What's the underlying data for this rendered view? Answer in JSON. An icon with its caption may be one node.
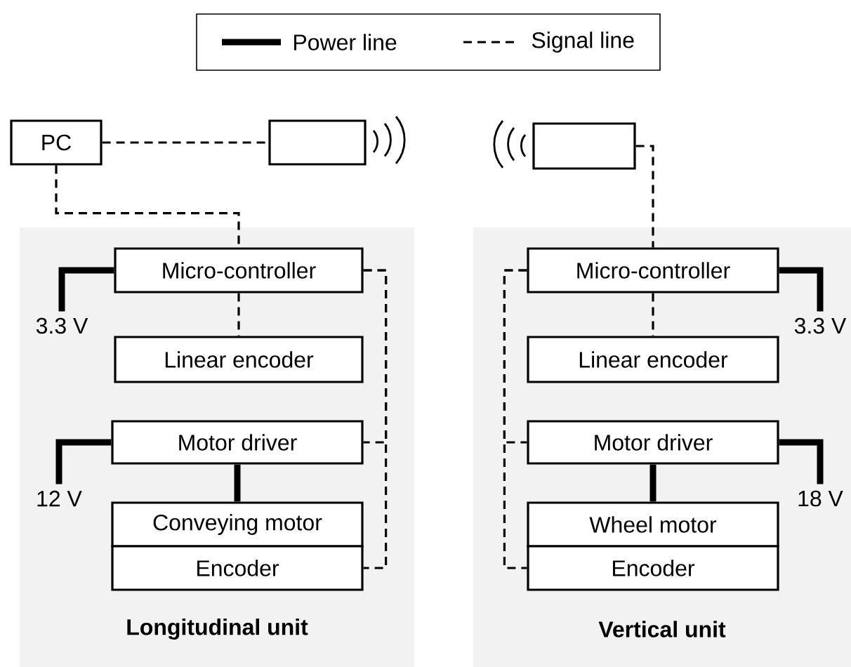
{
  "diagram": {
    "nodes": [
      {
        "text": [
          "Longitudinal unit"
        ]
      },
      {
        "text": [
          "Vertical unit"
        ]
      },
      {
        "text": [
          "PC"
        ]
      },
      {
        "text": [],
        "shape": "box"
      },
      {
        "text": [],
        "shape": "box"
      },
      {
        "text": [
          "Micro-controller"
        ],
        "in": 0
      },
      {
        "text": [
          "Linear encoder"
        ],
        "in": 0
      },
      {
        "text": [
          "Motor driver"
        ],
        "in": 0
      },
      {
        "text": [
          "Conveying motor"
        ],
        "in": 0
      },
      {
        "text": [
          "Encoder"
        ],
        "in": 0
      },
      {
        "text": [
          "Micro-controller"
        ],
        "in": 1
      },
      {
        "text": [
          "Linear encoder"
        ],
        "in": 1
      },
      {
        "text": [
          "Motor driver"
        ],
        "in": 1
      },
      {
        "text": [
          "Wheel motor"
        ],
        "in": 1
      },
      {
        "text": [
          "Encoder"
        ],
        "in": 1
      },
      {
        "text": [
          "3.3 V"
        ],
        "in": 0
      },
      {
        "text": [
          "12 V"
        ],
        "in": 0
      },
      {
        "text": [
          "3.3 V"
        ],
        "in": 1
      },
      {
        "text": [
          "18 V"
        ],
        "in": 1
      }
    ],
    "edges": [
      {
        "from": 2,
        "to": 3,
        "arrow": "none",
        "style": "dashed"
      },
      {
        "from": 2,
        "to": 5,
        "arrow": "none",
        "style": "dashed"
      },
      {
        "from": 5,
        "to": 6,
        "arrow": "none",
        "style": "dashed"
      },
      {
        "from": 5,
        "to": 7,
        "arrow": "none",
        "style": "dashed"
      },
      {
        "from": 5,
        "to": 9,
        "arrow": "none",
        "style": "dashed"
      },
      {
        "from": 7,
        "to": 8,
        "arrow": "none",
        "style": "thick"
      },
      {
        "from": 15,
        "to": 5,
        "arrow": "none",
        "style": "thick"
      },
      {
        "from": 16,
        "to": 7,
        "arrow": "none",
        "style": "thick"
      },
      {
        "from": 4,
        "to": 10,
        "arrow": "none",
        "style": "dashed"
      },
      {
        "from": 10,
        "to": 11,
        "arrow": "none",
        "style": "dashed"
      },
      {
        "from": 10,
        "to": 12,
        "arrow": "none",
        "style": "dashed"
      },
      {
        "from": 10,
        "to": 14,
        "arrow": "none",
        "style": "dashed"
      },
      {
        "from": 12,
        "to": 13,
        "arrow": "none",
        "style": "thick"
      },
      {
        "from": 17,
        "to": 10,
        "arrow": "none",
        "style": "thick"
      },
      {
        "from": 18,
        "to": 12,
        "arrow": "none",
        "style": "thick"
      }
    ],
    "legend": [
      {
        "text": "Power line"
      },
      {
        "text": "Signal line"
      }
    ]
  }
}
